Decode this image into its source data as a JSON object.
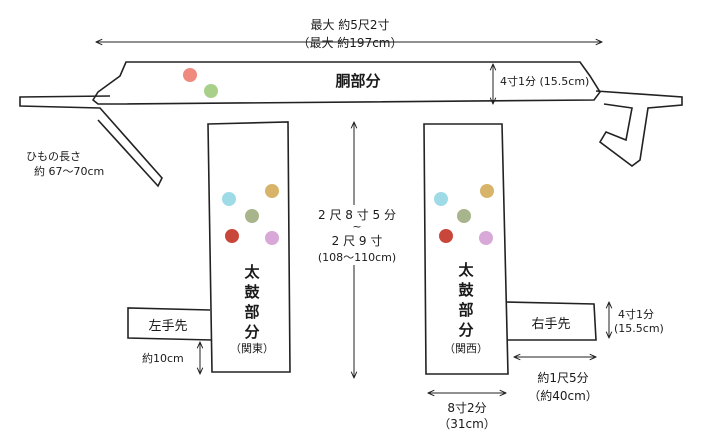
{
  "top_width": {
    "line1": "最大 約5尺2寸",
    "line2": "（最大 約197cm）"
  },
  "belt": {
    "label": "胴部分",
    "height_label": "4寸1分 (15.5cm)"
  },
  "ties": {
    "label_line1": "ひもの長さ",
    "label_line2": "約 67〜70cm"
  },
  "taiko": {
    "label_chars": [
      "太",
      "鼓",
      "部",
      "分"
    ],
    "left_region": "（関東）",
    "right_region": "（関西）",
    "length_line1": "2 尺 8 寸 5 分",
    "length_tilde": "~",
    "length_line2": "2 尺 9 寸",
    "length_line3": "(108〜110cm)",
    "width_line1": "8寸2分",
    "width_line2": "（31cm）"
  },
  "tesaki": {
    "left_label": "左手先",
    "right_label": "右手先",
    "left_height": "約10cm",
    "right_height_line1": "4寸1分",
    "right_height_line2": "(15.5cm)",
    "right_length_line1": "約1尺5分",
    "right_length_line2": "（約40cm）"
  },
  "colors": {
    "dot_pink": "#f08a7e",
    "dot_green": "#a8d08a",
    "dot_cyan": "#9fdbe6",
    "dot_gold": "#d8b46a",
    "dot_olive": "#a8b48c",
    "dot_red": "#c9473a",
    "dot_lilac": "#d7a8d8"
  }
}
